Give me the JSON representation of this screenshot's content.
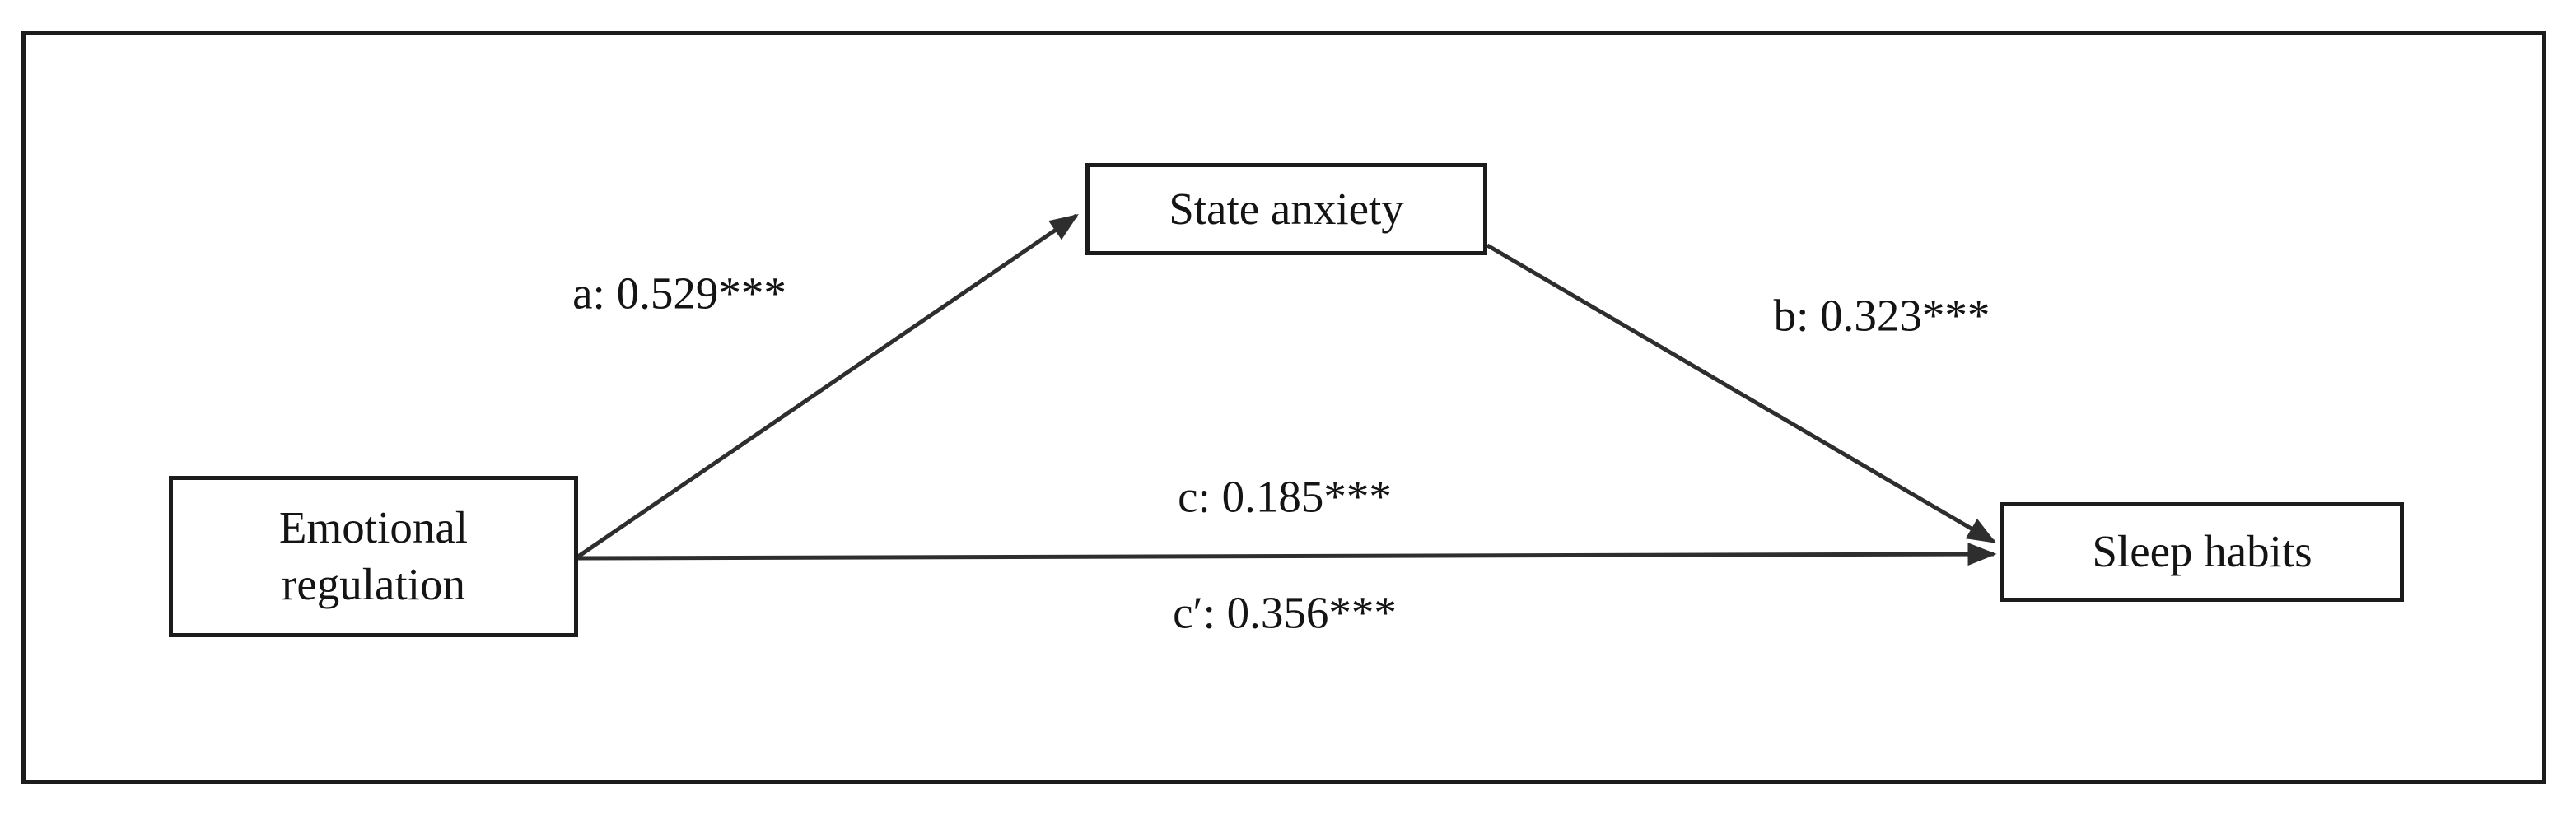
{
  "diagram": {
    "kind": "mediation-path-diagram",
    "nodes": {
      "predictor": {
        "label": "Emotional regulation"
      },
      "mediator": {
        "label": "State anxiety"
      },
      "outcome": {
        "label": "Sleep habits"
      }
    },
    "paths": {
      "a": {
        "label": "a: 0.529***",
        "from": "predictor",
        "to": "mediator"
      },
      "b": {
        "label": "b: 0.323***",
        "from": "mediator",
        "to": "outcome"
      },
      "c": {
        "label": "c: 0.185***",
        "from": "predictor",
        "to": "outcome"
      },
      "c_prime": {
        "label": "c′: 0.356***",
        "from": "predictor",
        "to": "outcome"
      }
    },
    "colors": {
      "line": "#2e2e2e",
      "box_border": "#1c1c1c",
      "text": "#141414",
      "background": "#ffffff"
    }
  }
}
